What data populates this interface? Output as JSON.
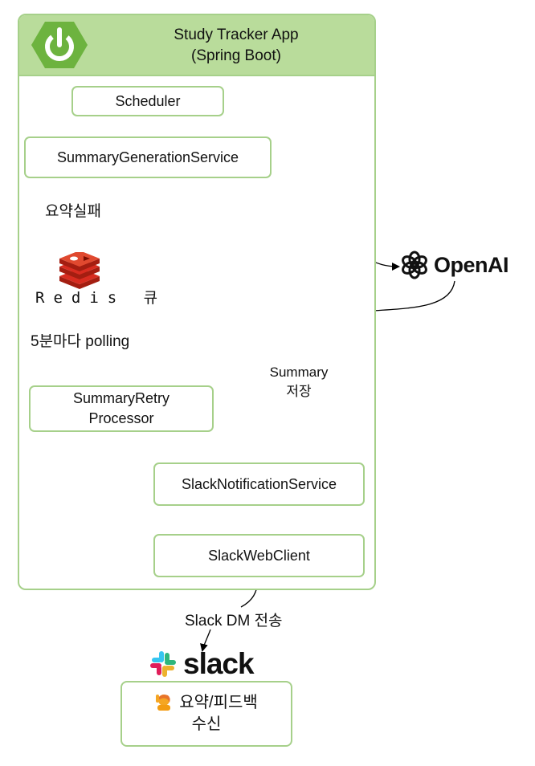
{
  "app": {
    "title_line1": "Study Tracker App",
    "title_line2": "(Spring Boot)",
    "logo_icon": "spring-power-icon",
    "brand_color": "#6db33f"
  },
  "nodes": {
    "scheduler": "Scheduler",
    "summary_generation_service": "SummaryGenerationService",
    "redis_queue": "Redis 큐",
    "summary_retry_processor_line1": "SummaryRetry",
    "summary_retry_processor_line2": "Processor",
    "summary_storage_line1": "Summary",
    "summary_storage_line2": "저장",
    "slack_notification_service": "SlackNotificationService",
    "slack_web_client": "SlackWebClient",
    "final_line1": "요약/피드백",
    "final_line2": "수신"
  },
  "edge_labels": {
    "summary_failed": "요약실패",
    "polling_every_5min": "5분마다 polling",
    "slack_dm_send": "Slack DM 전송"
  },
  "external": {
    "openai": "OpenAI",
    "slack": "slack"
  },
  "colors": {
    "container_fill": "#b9dc9b",
    "container_border": "#a6d08a",
    "redis_red": "#d82c20"
  }
}
